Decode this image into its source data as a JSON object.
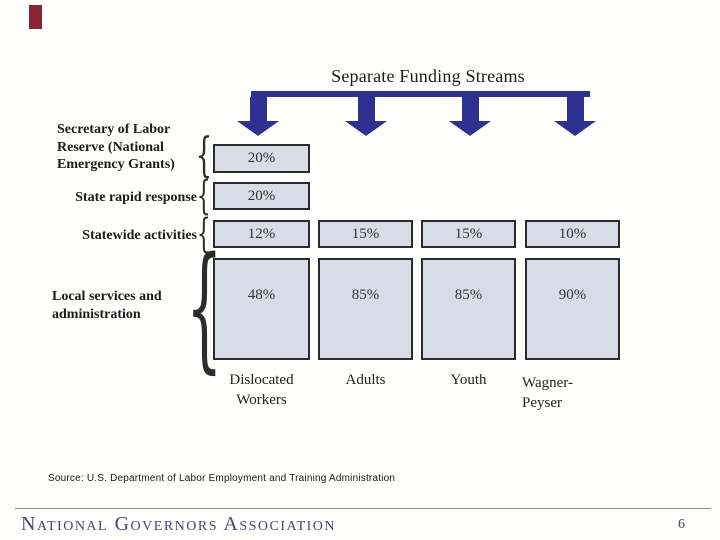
{
  "title": "Separate Funding Streams",
  "colors": {
    "accent": "#8a2432",
    "arrow": "#2e3192",
    "box_fill": "#d9dbe6",
    "box_border": "#2b2b2b",
    "footer_text": "#45456f"
  },
  "diagram": {
    "brace_glyph": "{",
    "row_labels": {
      "secretary": {
        "line1": "Secretary of Labor",
        "line2": "Reserve (National",
        "line3": "Emergency Grants)"
      },
      "rapid_response": "State rapid response",
      "statewide": "Statewide activities",
      "local": {
        "line1": "Local services and",
        "line2": "administration"
      }
    },
    "cells": {
      "secretary_dw": "20%",
      "rapid_dw": "20%",
      "statewide_dw": "12%",
      "statewide_adults": "15%",
      "statewide_youth": "15%",
      "statewide_wp": "10%",
      "local_dw": "48%",
      "local_adults": "85%",
      "local_youth": "85%",
      "local_wp": "90%"
    },
    "columns": {
      "dislocated": {
        "line1": "Dislocated",
        "line2": "Workers"
      },
      "adults": "Adults",
      "youth": "Youth",
      "wagner": {
        "line1": "Wagner-",
        "line2": "Peyser"
      }
    }
  },
  "source_note": "Source: U.S. Department of Labor Employment and Training Administration",
  "footer": {
    "organization": "National Governors Association",
    "page_number": "6"
  }
}
